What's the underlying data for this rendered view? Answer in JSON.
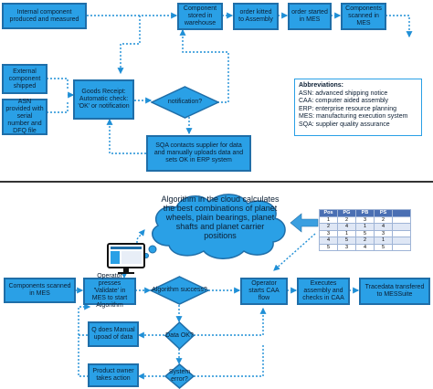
{
  "top": {
    "internal_component": "Internal component produced and measured",
    "stored_warehouse": "Component stored in warehouse",
    "kitted_assembly": "order kitted to Assembly",
    "started_mes": "order started in MES",
    "scanned_mes": "Components scanned in MES",
    "external_shipped": "External component shipped",
    "asn_provided": "ASN provided with serial number and DFQ file",
    "goods_receipt": "Goods Receipt: Automatic check: 'OK' or notification",
    "notification_q": "notification?",
    "sqa_contacts": "SQA contacts supplier for data and manually uploads data and sets OK in ERP system"
  },
  "abbreviations": {
    "title": "Abbreviations:",
    "items": [
      "ASN: advanced shipping notice",
      "CAA: computer aided assembly",
      "ERP: enterprise resource planning",
      "MES: manufacturing execution system",
      "SQA: supplier quality assurance"
    ]
  },
  "bottom": {
    "cloud": "Algorithm in the cloud calculates the best combinations of planet wheels, plain bearings, planet shafts and planet carrier positions",
    "components_scanned": "Components scanned in MES",
    "operator_validate": "Operator presses 'Validate' in MES to start Algorithm",
    "algorithm_success": "Algorithm success?",
    "operator_caa": "Operator starts CAA flow",
    "executes": "Executes assembly and checks in CAA",
    "tracedata": "Tracedata transfered to MESSuite",
    "q_manual": "Q does Manual upoad of data",
    "data_ok": "Data OK?",
    "product_owner": "Product owner takes action",
    "system_error": "System error?"
  },
  "table": {
    "headers": [
      "Pos",
      "PG",
      "PB",
      "PS"
    ],
    "rows": [
      [
        "1",
        "2",
        "3",
        "2"
      ],
      [
        "2",
        "4",
        "1",
        "4"
      ],
      [
        "3",
        "1",
        "5",
        "3"
      ],
      [
        "4",
        "5",
        "2",
        "1"
      ],
      [
        "5",
        "3",
        "4",
        "5"
      ]
    ]
  },
  "colors": {
    "box_fill": "#2aa0e6",
    "box_border": "#1f6ea8",
    "line": "#1f8fd6"
  }
}
